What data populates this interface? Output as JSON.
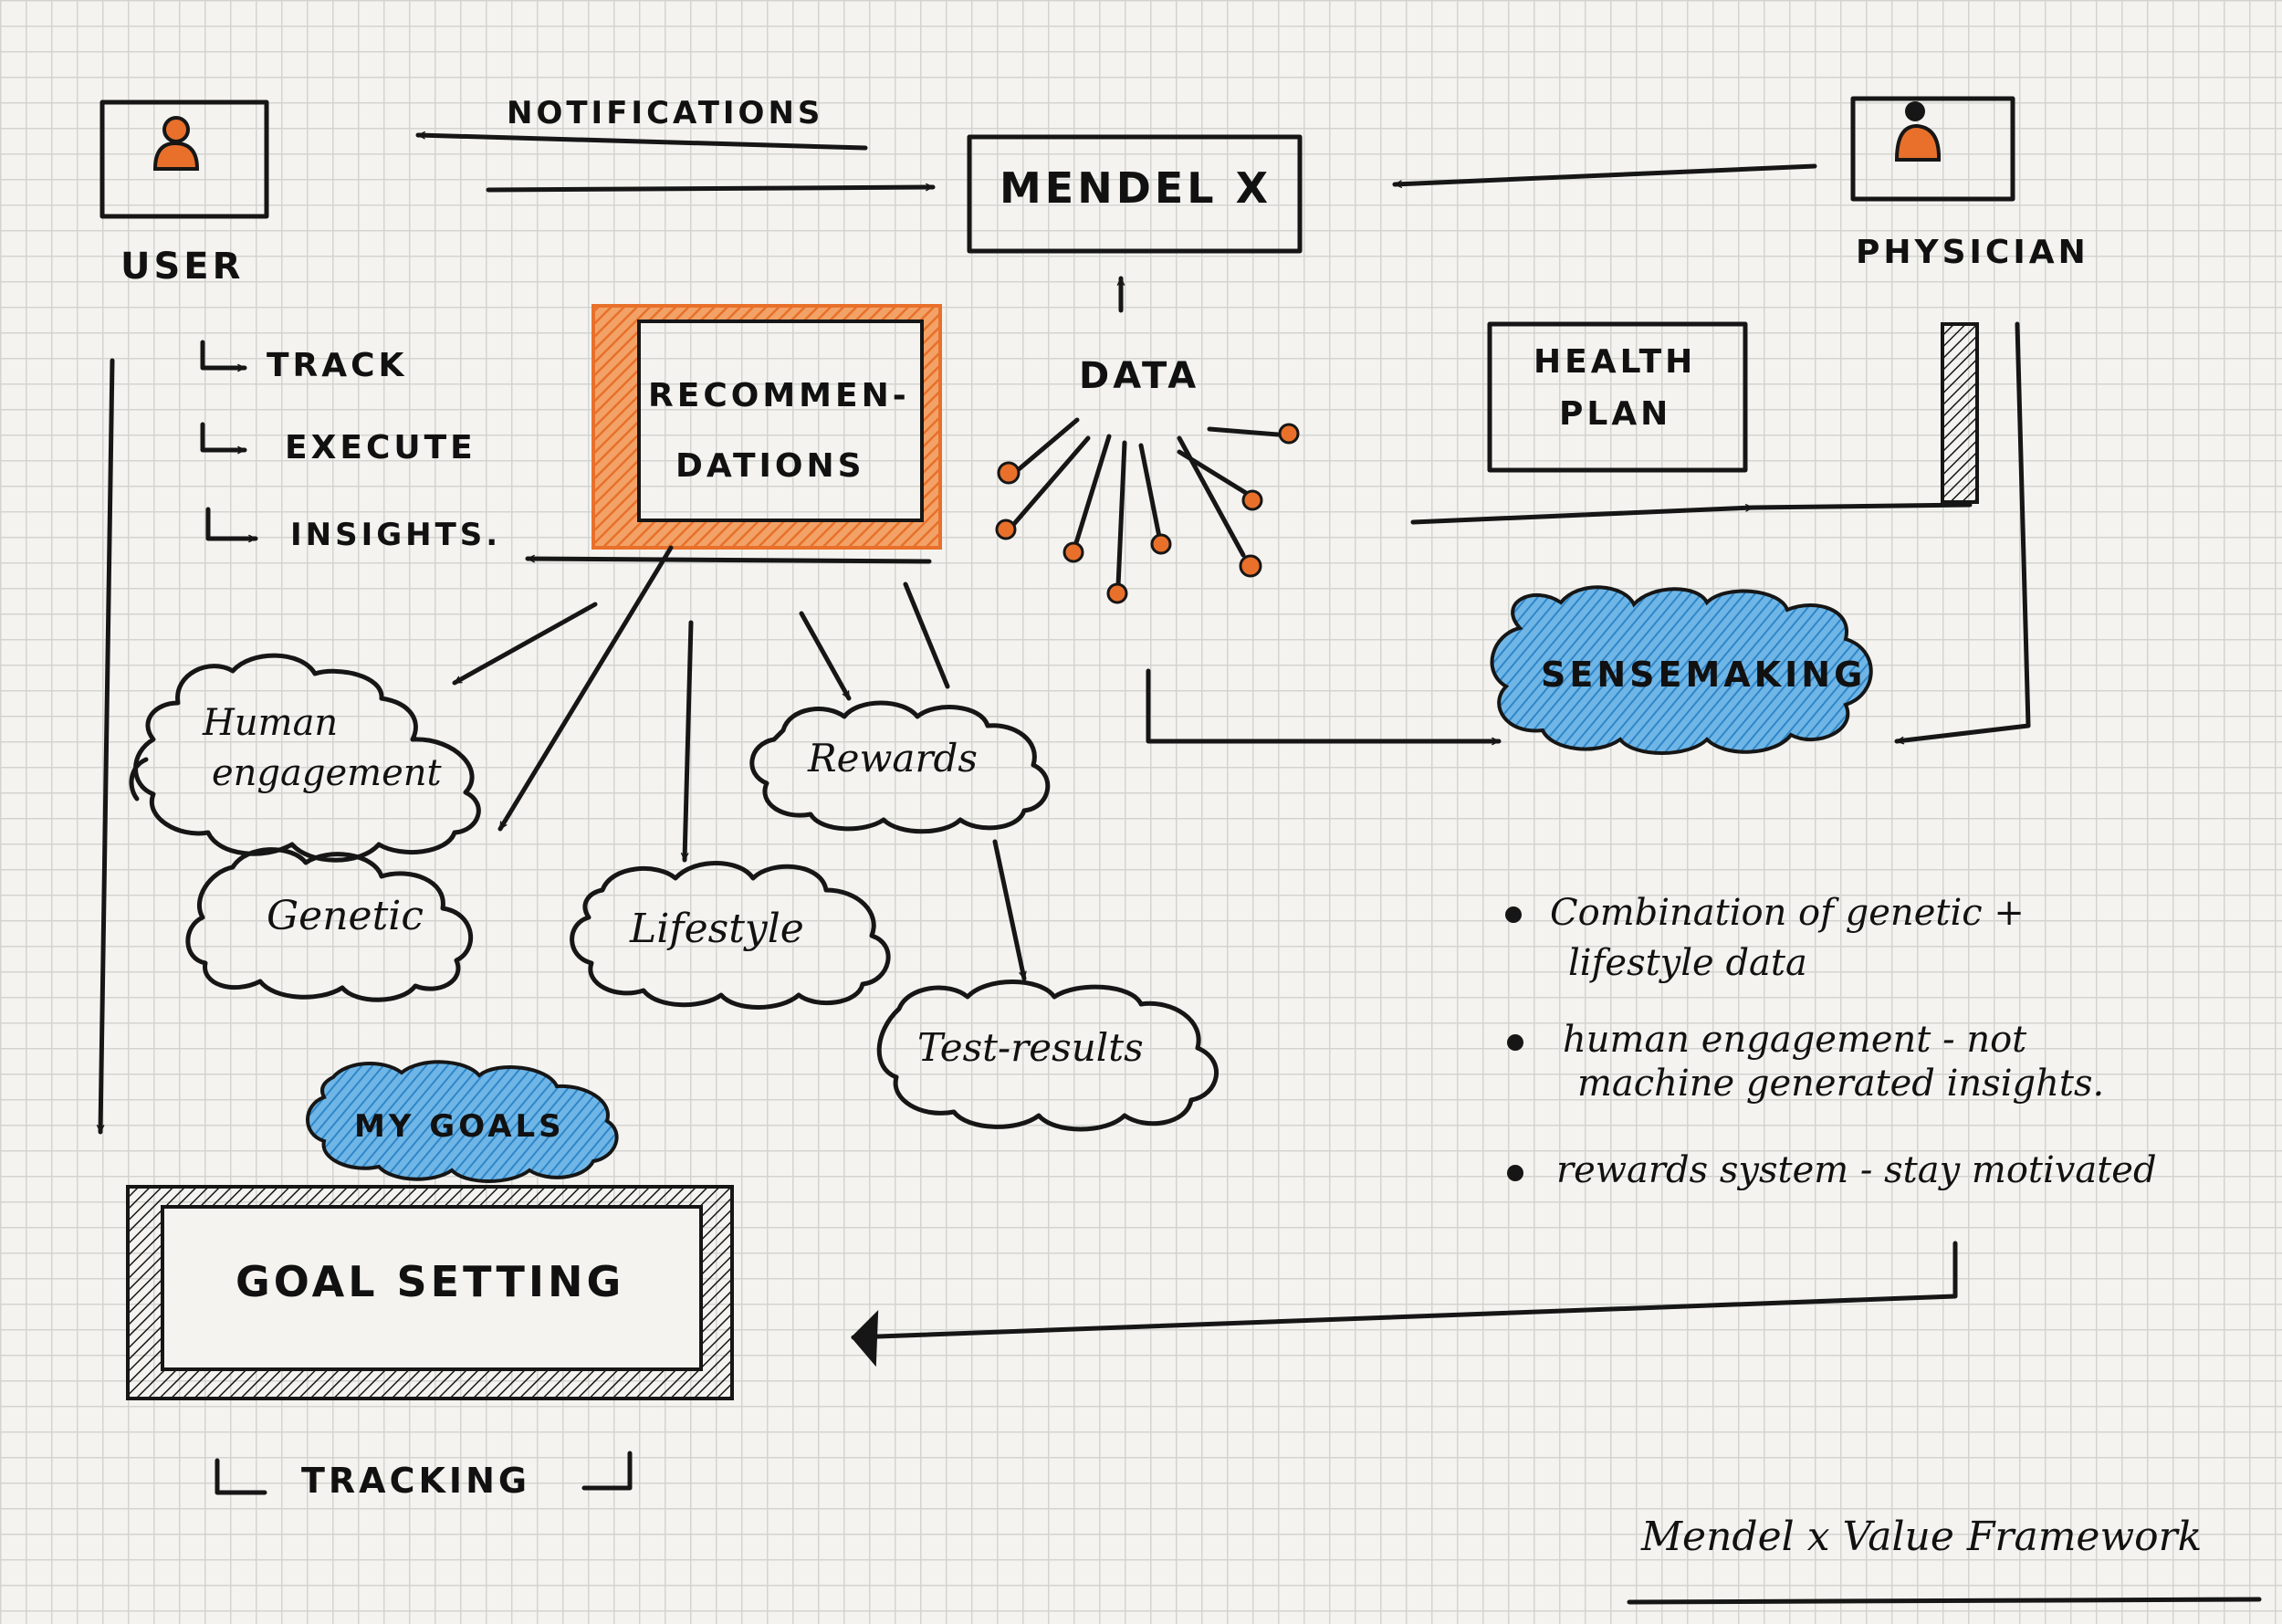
{
  "nodes": {
    "user": "USER",
    "notifications": "NOTIFICATIONS",
    "mendelx": "MENDEL X",
    "physician": "PHYSICIAN",
    "track": "TRACK",
    "execute": "EXECUTE",
    "insights": "INSIGHTS.",
    "recommendations_line1": "RECOMMEN-",
    "recommendations_line2": "DATIONS",
    "data": "DATA",
    "health_plan_line1": "HEALTH",
    "health_plan_line2": "PLAN",
    "human_engagement_line1": "Human",
    "human_engagement_line2": "engagement",
    "rewards": "Rewards",
    "genetic": "Genetic",
    "lifestyle": "Lifestyle",
    "test_results": "Test-results",
    "sensemaking": "SENSEMAKING",
    "my_goals": "MY GOALS",
    "goal_setting": "GOAL SETTING",
    "tracking": "TRACKING"
  },
  "notes": [
    {
      "line1": "Combination of genetic +",
      "line2": "lifestyle data"
    },
    {
      "line1": "human engagement - not",
      "line2": "machine generated insights."
    },
    {
      "line1": "rewards system - stay motivated",
      "line2": ""
    }
  ],
  "title": "Mendel x Value Framework",
  "colors": {
    "ink": "#161616",
    "orange": "#e8702a",
    "blue": "#2f8fd1"
  }
}
